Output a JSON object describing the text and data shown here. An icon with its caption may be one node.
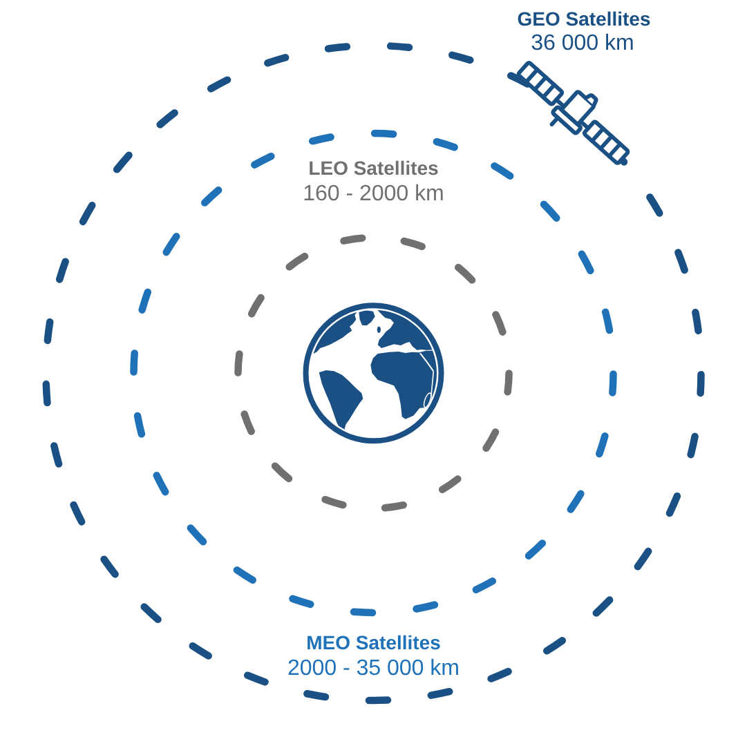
{
  "diagram": {
    "nodes": [
      {
        "text": [
          "GEO Satellites",
          "36 000 km"
        ]
      },
      {
        "text": [
          "MEO Satellites",
          "2000 - 35 000 km"
        ],
        "in": 0
      },
      {
        "text": [
          "LEO Satellites",
          "160 - 2000 km"
        ],
        "in": 1
      }
    ]
  }
}
